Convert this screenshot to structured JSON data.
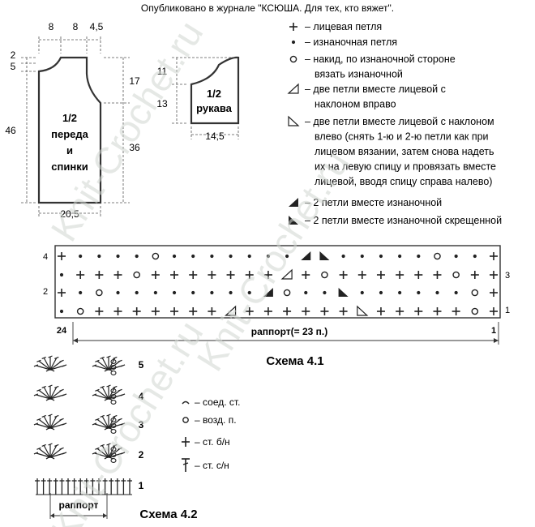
{
  "caption": "Опубликовано в журнале \"КСЮША. Для тех, кто вяжет\".",
  "watermark": "Knit-Crochet.ru",
  "front_back": {
    "label": [
      "1/2",
      "переда",
      "и",
      "спинки"
    ],
    "dims_top": [
      "8",
      "8",
      "4,5"
    ],
    "dims_left": [
      "2",
      "5",
      "46"
    ],
    "dims_right": [
      "17",
      "36"
    ],
    "dim_bottom": "20,5"
  },
  "sleeve": {
    "label": [
      "1/2",
      "рукава"
    ],
    "dims_left": [
      "11",
      "13"
    ],
    "dim_bottom": "14,5"
  },
  "legend": [
    {
      "symbol": "cross",
      "text": [
        "– лицевая петля"
      ]
    },
    {
      "symbol": "dot",
      "text": [
        "– изнаночная петля"
      ]
    },
    {
      "symbol": "circle",
      "text": [
        "– накид, по изнаночной стороне",
        "вязать изнаночной"
      ]
    },
    {
      "symbol": "tri-right",
      "text": [
        "– две петли вместе лицевой с",
        "наклоном вправо"
      ]
    },
    {
      "symbol": "tri-left",
      "text": [
        "– две петли вместе лицевой с наклоном",
        "влево (снять 1-ю и 2-ю петли как при",
        "лицевом вязании, затем снова надеть",
        "их на левую спицу и провязать вместе",
        "лицевой, вводя спицу справа налево)"
      ]
    },
    {
      "symbol": "tri-filled-right",
      "text": [
        "– 2 петли вместе изнаночной"
      ]
    },
    {
      "symbol": "tri-filled-left",
      "text": [
        "– 2 петли вместе изнаночной скрещенной"
      ]
    }
  ],
  "chart41": {
    "title": "Схема 4.1",
    "row_labels_left": [
      "4",
      "2"
    ],
    "row_labels_right": [
      "3",
      "1"
    ],
    "col_label_left": "24",
    "col_label_right": "1",
    "repeat_label": "раппорт(= 23 п.)",
    "rows": [
      [
        "+",
        ".",
        ".",
        ".",
        ".",
        "o",
        ".",
        ".",
        ".",
        ".",
        ".",
        ".",
        ".",
        "T",
        "L",
        ".",
        ".",
        ".",
        ".",
        ".",
        "o",
        ".",
        ".",
        "+"
      ],
      [
        ".",
        "+",
        "+",
        "+",
        "o",
        "+",
        "+",
        "+",
        "+",
        "+",
        "+",
        "+",
        "r",
        "+",
        "o",
        "+",
        "+",
        "+",
        "+",
        "+",
        "+",
        "o",
        "+",
        "+"
      ],
      [
        "+",
        ".",
        "o",
        ".",
        ".",
        ".",
        ".",
        ".",
        ".",
        ".",
        ".",
        "T",
        "o",
        ".",
        ".",
        "L",
        ".",
        ".",
        ".",
        ".",
        ".",
        ".",
        "o",
        "+"
      ],
      [
        ".",
        "o",
        "+",
        "+",
        "+",
        "+",
        "+",
        "+",
        "+",
        "r",
        "+",
        "+",
        "+",
        "+",
        "+",
        "+",
        "l",
        "+",
        "+",
        "+",
        "+",
        "+",
        "o",
        "+"
      ]
    ]
  },
  "chart42": {
    "title": "Схема 4.2",
    "row_labels": [
      "5",
      "4",
      "3",
      "2",
      "1"
    ],
    "repeat_label": "раппорт"
  },
  "legend42": [
    {
      "symbol": "sl-st",
      "text": "– соед. ст."
    },
    {
      "symbol": "ch",
      "text": "– возд. п."
    },
    {
      "symbol": "sc",
      "text": "– ст. б/н"
    },
    {
      "symbol": "dc",
      "text": "– ст. с/н"
    }
  ]
}
